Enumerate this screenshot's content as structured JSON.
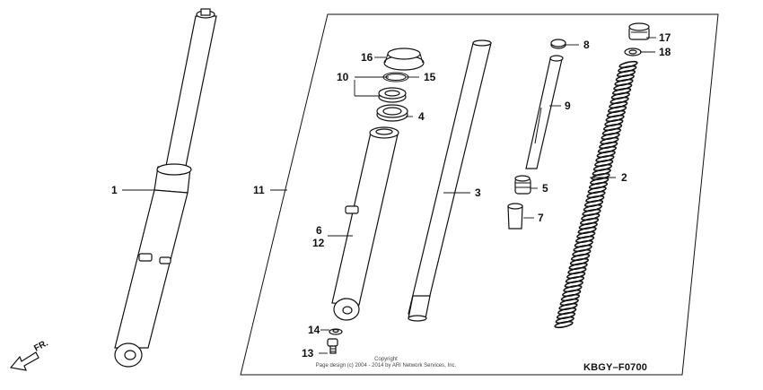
{
  "diagram": {
    "reference_code": "KBGY–F0700",
    "copyright_line1": "Copyright",
    "copyright_line2": "Page design (c) 2004 - 2014 by ARI Network Services, Inc.",
    "direction_label": "FR.",
    "callouts": {
      "c1": "1",
      "c2": "2",
      "c3": "3",
      "c4": "4",
      "c5": "5",
      "c6": "6",
      "c7": "7",
      "c8": "8",
      "c9": "9",
      "c10": "10",
      "c11": "11",
      "c12": "12",
      "c13": "13",
      "c14": "14",
      "c15": "15",
      "c16": "16",
      "c17": "17",
      "c18": "18"
    }
  }
}
